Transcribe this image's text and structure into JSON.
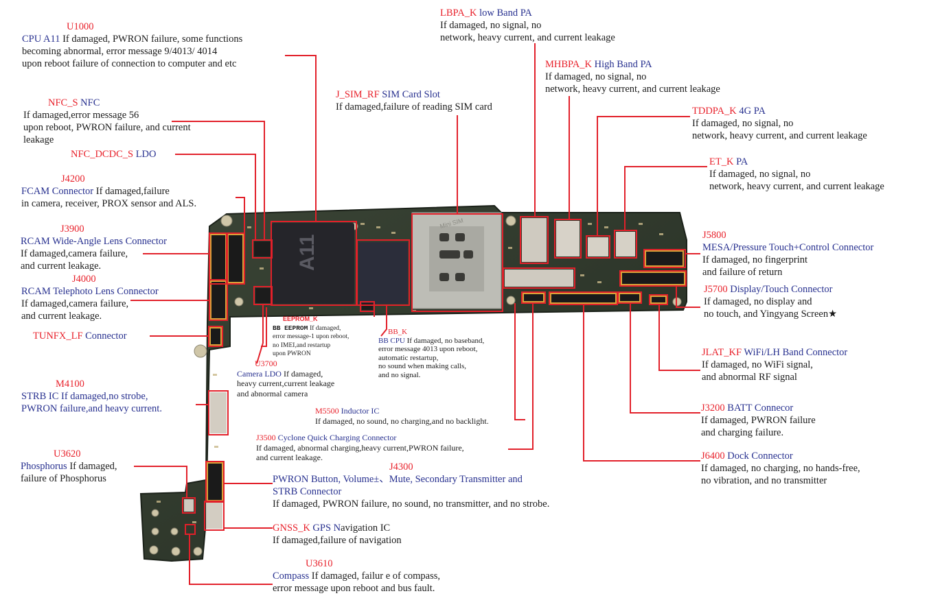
{
  "colors": {
    "code": "#e8202a",
    "name": "#27308f",
    "text": "#1a1a1a",
    "leader": "#e2202a",
    "board": "#2f3a2c"
  },
  "board": {
    "soc_marking": "A11",
    "sim_marking": "Mini SIM"
  },
  "components": [
    {
      "id": "u1000",
      "code": "U1000",
      "name": "CPU  A11",
      "desc_first": "If damaged, PWRON failure, some functions",
      "lines": [
        "becoming abnormal,  error  message 9/4013/ 4014",
        "upon reboot     failure of connection to computer and etc"
      ]
    },
    {
      "id": "nfc-s",
      "code": "NFC_S",
      "name": "NFC",
      "desc_first": "",
      "lines": [
        "If damaged,error  message 56",
        "upon reboot, PWRON failure, and current",
        "leakage"
      ]
    },
    {
      "id": "nfc-dcdc-s",
      "code": "NFC_DCDC_S",
      "name": "LDO",
      "desc_first": "",
      "lines": []
    },
    {
      "id": "j4200",
      "code": "J4200",
      "name": "FCAM Connector",
      "desc_first": "If damaged,failure",
      "lines": [
        "in camera, receiver, PROX sensor and ALS."
      ]
    },
    {
      "id": "j3900",
      "code": "J3900",
      "name": "RCAM Wide-Angle Lens Connector",
      "desc_first": "",
      "lines": [
        "If damaged,camera failure,",
        "and current leakage."
      ]
    },
    {
      "id": "j4000",
      "code": "J4000",
      "name": "RCAM Telephoto  Lens Connector",
      "desc_first": "",
      "lines": [
        "If damaged,camera failure,",
        "and current leakage."
      ]
    },
    {
      "id": "tunfx-lf",
      "code": "TUNFX_LF",
      "name": "Connector",
      "desc_first": "",
      "lines": []
    },
    {
      "id": "m4100",
      "code": "M4100",
      "name": "STRB IC  If damaged,no strobe,",
      "desc_first": "",
      "lines": [
        "PWRON failure,and heavy current."
      ]
    },
    {
      "id": "u3620",
      "code": "U3620",
      "name": "Phosphorus",
      "desc_first": "If damaged,",
      "lines": [
        "failure  of  Phosphorus"
      ]
    },
    {
      "id": "j4300",
      "code": "J4300",
      "name": "PWRON Button,  Volume±、Mute, Secondary Transmitter and",
      "name2": "STRB Connector",
      "desc_first": "",
      "lines": [
        "If damaged,  PWRON failure,  no sound, no transmitter, and no strobe."
      ]
    },
    {
      "id": "gnss-k",
      "code": "GNSS_K",
      "name": "GPS N",
      "name_tail": "avigation  IC",
      "desc_first": "",
      "lines": [
        "If damaged,failure of navigation"
      ]
    },
    {
      "id": "u3610",
      "code": "U3610",
      "name": "Compass",
      "desc_first": "If damaged, failur e of compass,",
      "lines": [
        "error message upon reboot and bus fault."
      ]
    },
    {
      "id": "eeprom-k",
      "code": "EEPROM_K",
      "name": "BB EEPROM",
      "desc_first": "If damaged,",
      "lines": [
        "error message-1  upon reboot,",
        "no IMEI,and restartup",
        "upon PWRON"
      ]
    },
    {
      "id": "u3700",
      "code": "U3700",
      "name": "Camera LDO",
      "desc_first": "If damaged,",
      "lines": [
        "heavy  current,current leakage",
        "and  abnormal  camera"
      ]
    },
    {
      "id": "bb-k",
      "code": "BB_K",
      "name": "BB CPU",
      "desc_first": "If damaged, no baseband,",
      "lines": [
        "error message 4013 upon reboot,",
        "automatic restartup,",
        " no sound when making calls,",
        "and no signal."
      ]
    },
    {
      "id": "m5500",
      "code": "M5500",
      "name": "Inductor  IC",
      "desc_first": "",
      "lines": [
        "If damaged, no sound, no charging,and no backlight."
      ]
    },
    {
      "id": "j3500",
      "code": "J3500",
      "name": "Cyclone  Quick  Charging  Connector",
      "desc_first": "",
      "lines": [
        "If damaged, abnormal  charging,heavy current,PWRON failure,",
        "and  current  leakage."
      ]
    },
    {
      "id": "j-sim-rf",
      "code": "J_SIM_RF",
      "name": "SIM Card Slot",
      "desc_first": "",
      "lines": [
        "If damaged,failure of reading SIM card"
      ]
    },
    {
      "id": "lbpa-k",
      "code": "LBPA_K",
      "name": "low Band PA",
      "desc_first": "",
      "lines": [
        "If damaged,   no  signal,   no",
        "network, heavy current,  and current leakage"
      ]
    },
    {
      "id": "mhbpa-k",
      "code": "MHBPA_K",
      "name": "High  Band PA",
      "desc_first": "",
      "lines": [
        "If damaged,   no  signal,   no",
        "network, heavy current, and current leakage"
      ]
    },
    {
      "id": "tddpa-k",
      "code": "TDDPA_K",
      "name": "4G  PA",
      "desc_first": "",
      "lines": [
        "If damaged,   no  signal,   no",
        "network, heavy current, and current leakage"
      ]
    },
    {
      "id": "et-k",
      "code": "ET_K",
      "name": "PA",
      "desc_first": "",
      "lines": [
        "If damaged,   no  signal,   no",
        "network, heavy current, and current leakage"
      ]
    },
    {
      "id": "j5800",
      "code": "J5800",
      "name": "MESA/Pressure Touch+Control Connector",
      "desc_first": "",
      "lines": [
        "If damaged,  no  fingerprint",
        "and  failure  of  return"
      ]
    },
    {
      "id": "j5700",
      "code": "J5700",
      "name": "Display/Touch Connector",
      "desc_first": "",
      "lines": [
        "If damaged,   no  display  and",
        "no  touch,   and  Yingyang  Screen★"
      ]
    },
    {
      "id": "jlat-kf",
      "code": "JLAT_KF",
      "name": "WiFi/LH Band Connector",
      "desc_first": "",
      "lines": [
        "If damaged,   no  WiFi signal,",
        "and abnormal RF signal"
      ]
    },
    {
      "id": "j3200",
      "code": "J3200",
      "name": "BATT  Connecor",
      "desc_first": "",
      "lines": [
        "If damaged,  PWRON failure",
        "and charging failure."
      ]
    },
    {
      "id": "j6400",
      "code": "J6400",
      "name": "Dock Connector",
      "desc_first": "",
      "lines": [
        "If damaged, no charging, no hands-free,",
        "no vibration,  and no transmitter"
      ]
    }
  ]
}
